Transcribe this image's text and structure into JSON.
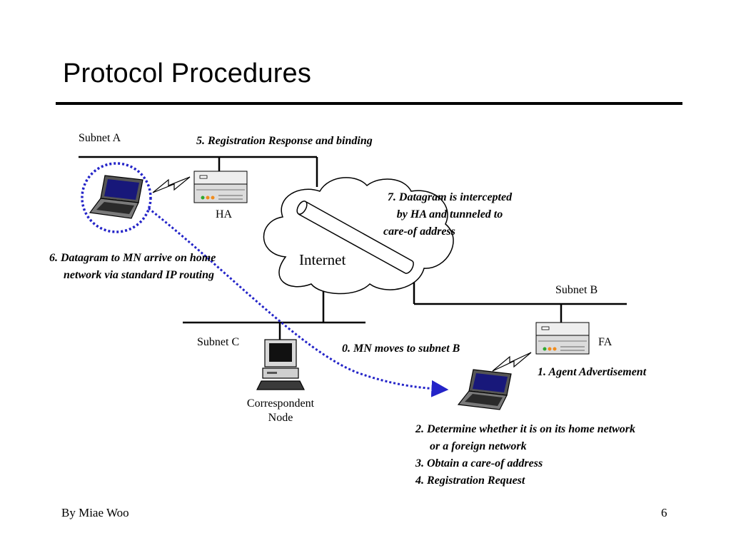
{
  "slide": {
    "title": "Protocol Procedures"
  },
  "footer": {
    "author": "By Miae Woo",
    "page_number": "6"
  },
  "network": {
    "subnet_a": "Subnet A",
    "subnet_b": "Subnet B",
    "subnet_c": "Subnet C",
    "internet": "Internet",
    "ha": "HA",
    "fa": "FA",
    "correspondent_line1": "Correspondent",
    "correspondent_line2": "Node"
  },
  "steps": {
    "step0": "0. MN moves to subnet B",
    "step1": "1. Agent Advertisement",
    "step2_line1": "2. Determine whether it is on its home network",
    "step2_line2": "or a foreign network",
    "step3": "3. Obtain a care-of address",
    "step4": "4. Registration Request",
    "step5": "5. Registration Response and binding",
    "step6_line1": "6. Datagram to MN arrive on home",
    "step6_line2": "network via standard IP routing",
    "step7_line1": "7. Datagram is intercepted",
    "step7_line2": "by HA and tunneled to",
    "step7_line3": "care-of address"
  },
  "colors": {
    "movement_path": "#2424c8",
    "laptop_screen": "#18187a",
    "server_body": "#dcdcdc",
    "led_green": "#2ea82e",
    "led_orange": "#f08c1e"
  },
  "icons": {
    "home_laptop": "laptop-icon",
    "moved_laptop": "laptop-icon",
    "ha": "server-icon",
    "fa": "server-icon",
    "correspondent": "desktop-computer-icon",
    "wireless": "lightning-icon",
    "internet": "cloud-icon",
    "tunnel": "tunnel-icon"
  }
}
